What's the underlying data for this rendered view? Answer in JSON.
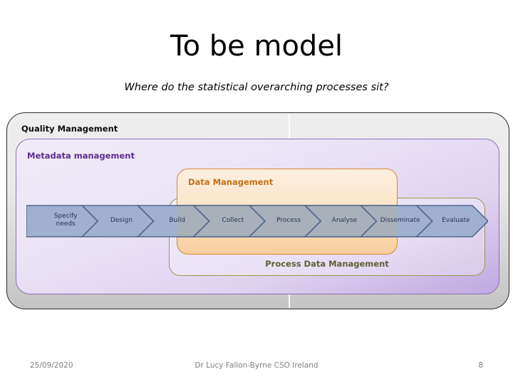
{
  "slide": {
    "title": "To be model",
    "subtitle": "Where do the statistical overarching processes sit?"
  },
  "boxes": {
    "quality_management": {
      "label": "Quality Management",
      "color": "#0d0d0d",
      "fill": "#e9e9e9"
    },
    "metadata_management": {
      "label": "Metadata management",
      "color": "#5f2d8e",
      "fill": "#e6dcf4"
    },
    "data_management": {
      "label": "Data Management",
      "color": "#c0701b",
      "fill": "#fbe3c8"
    },
    "process_data_management": {
      "label": "Process Data Management",
      "color": "#5b6135",
      "fill": "rgba(255,255,255,0.30)"
    }
  },
  "process_chain": {
    "steps": [
      {
        "label": "Specify needs",
        "lines": [
          "Specify",
          "needs"
        ]
      },
      {
        "label": "Design",
        "lines": [
          "Design"
        ]
      },
      {
        "label": "Build",
        "lines": [
          "Build"
        ]
      },
      {
        "label": "Collect",
        "lines": [
          "Collect"
        ]
      },
      {
        "label": "Process",
        "lines": [
          "Process"
        ]
      },
      {
        "label": "Analyse",
        "lines": [
          "Analyse"
        ]
      },
      {
        "label": "Disseminate",
        "lines": [
          "Disseminate"
        ]
      },
      {
        "label": "Evaluate",
        "lines": [
          "Evaluate"
        ]
      }
    ],
    "arrow_fill_blue": "#9fb0d0",
    "arrow_fill_grey": "#a9b0b9",
    "arrow_stroke": "#53688f",
    "text_color": "#2b3350"
  },
  "footer": {
    "date": "25/09/2020",
    "author": "Dr Lucy Fallon-Byrne CSO Ireland",
    "page": "8"
  }
}
